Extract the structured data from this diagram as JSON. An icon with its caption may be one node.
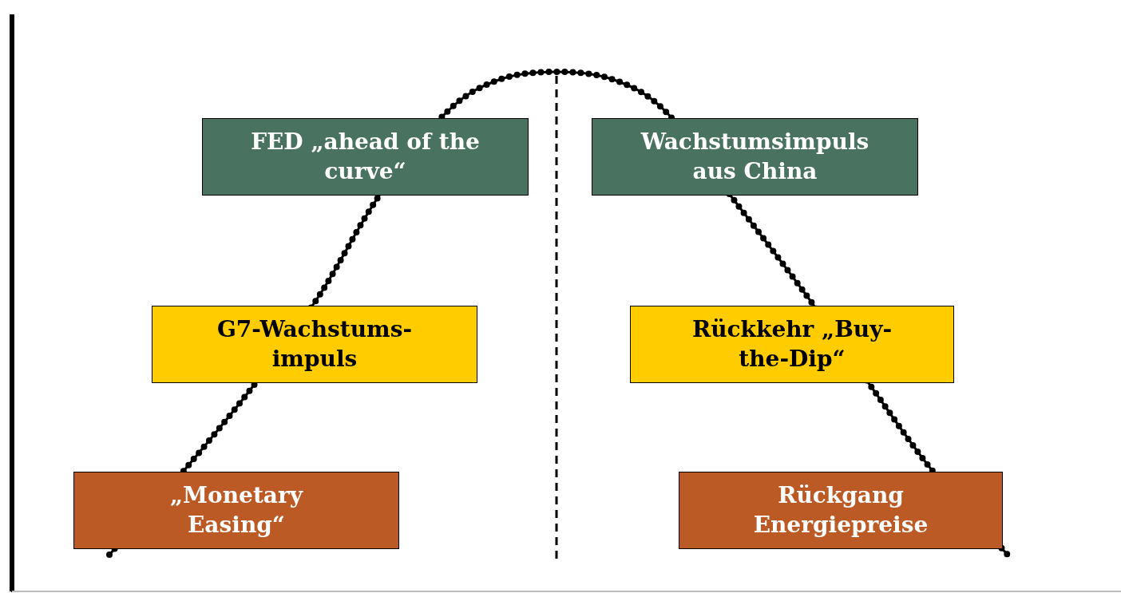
{
  "diagram": {
    "nodes": [
      {
        "text": [
          "FED „ahead of the curve“"
        ]
      },
      {
        "text": [
          "Wachstumsimpuls aus China"
        ]
      },
      {
        "text": [
          "G7-Wachstums-impuls"
        ]
      },
      {
        "text": [
          "Rückkehr „Buy-the-Dip“"
        ]
      },
      {
        "text": [
          "„Monetary Easing“"
        ]
      },
      {
        "text": [
          "Rückgang Energiepreise"
        ]
      }
    ]
  }
}
